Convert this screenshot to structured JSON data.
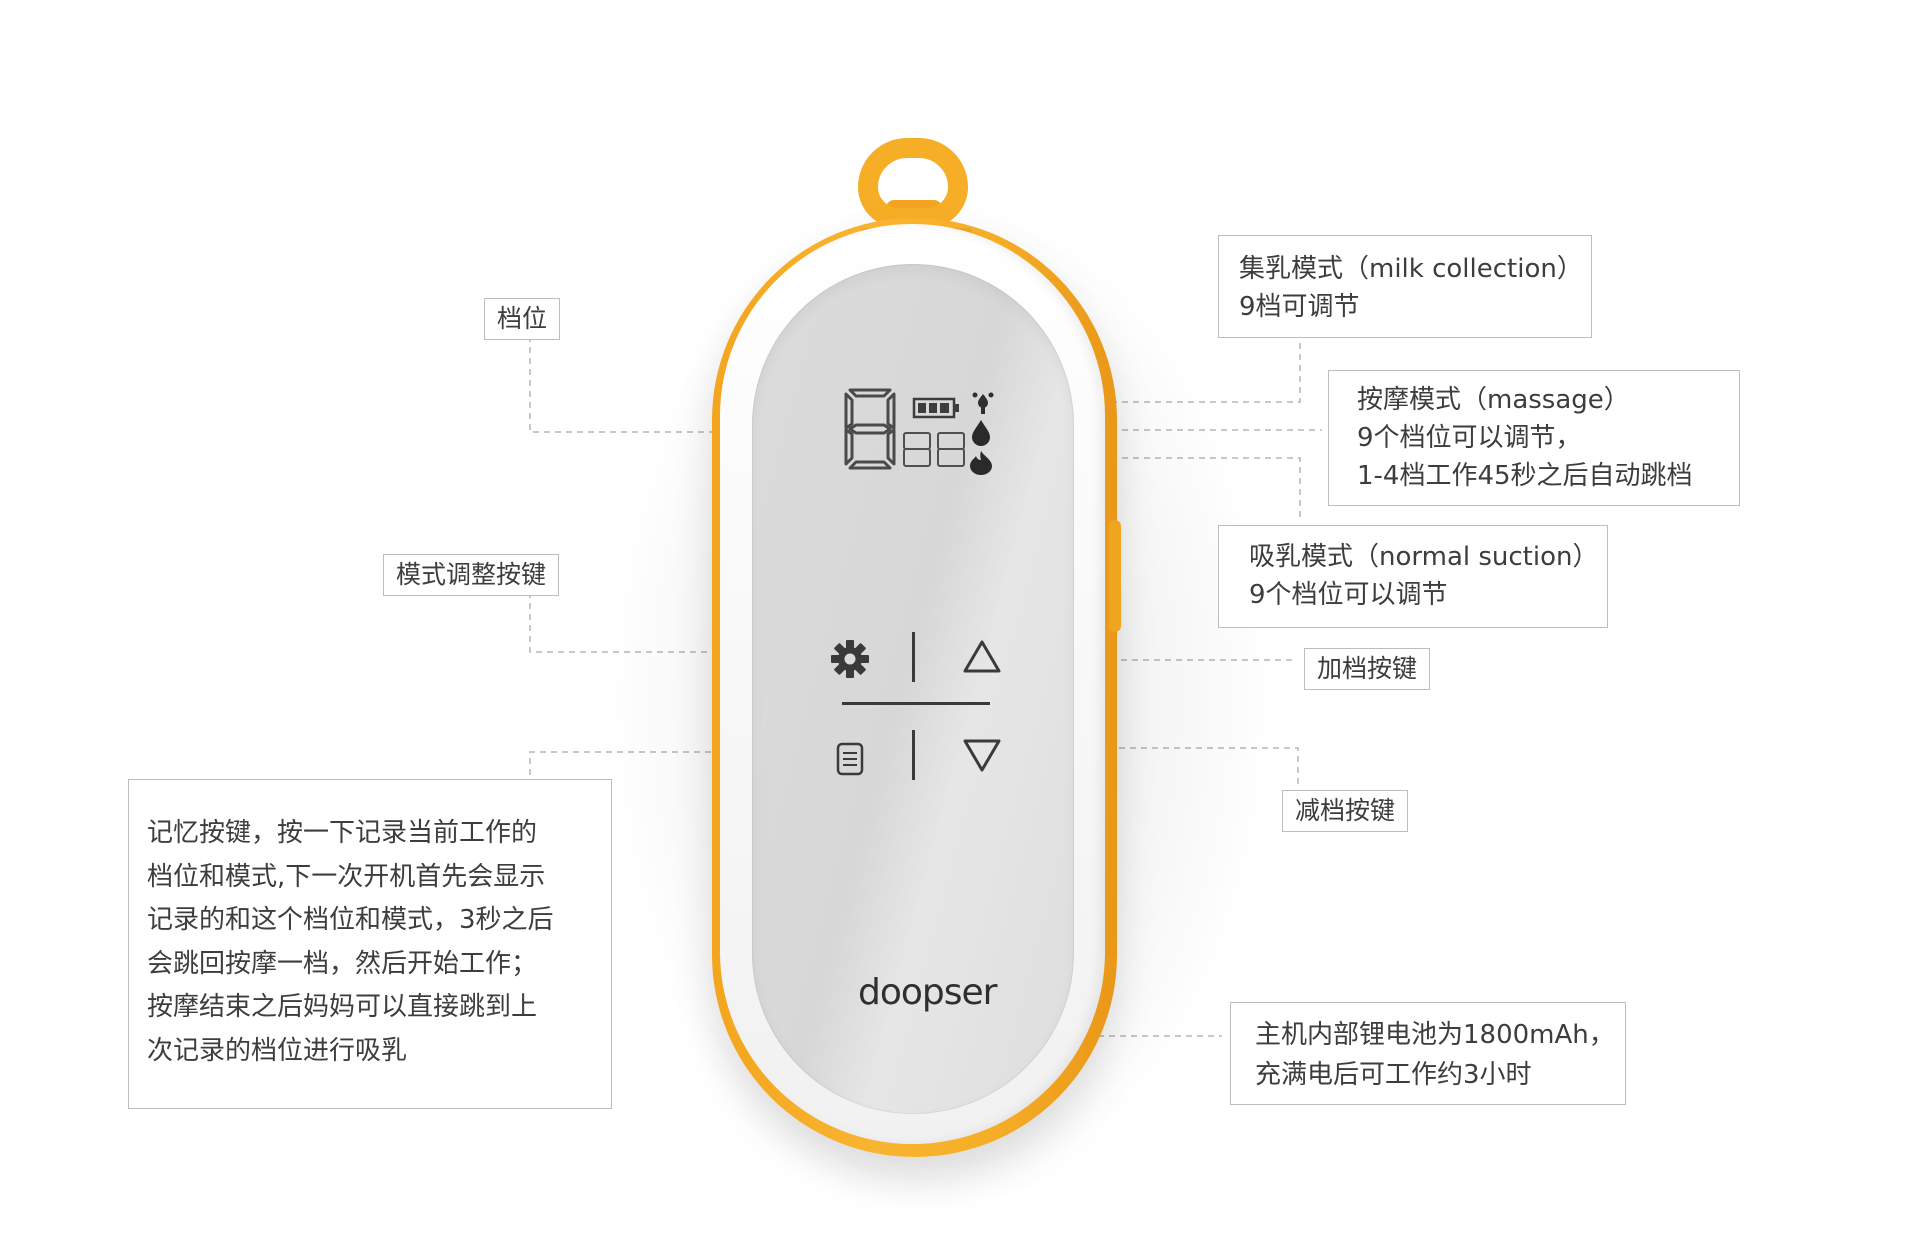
{
  "device": {
    "brand": "doopser",
    "colors": {
      "accent": "#f6ad26",
      "rim": "#f4f4f4",
      "face": "#dcdcdc",
      "ink": "#3a3a3a"
    },
    "display": {
      "gear_digit": "8",
      "small_digits": "88"
    },
    "icons": [
      "battery-icon",
      "spray-drop-icon",
      "drop-icon",
      "flame-drop-icon",
      "gear-icon",
      "up-triangle-icon",
      "memory-icon",
      "down-triangle-icon"
    ]
  },
  "callouts": {
    "gear_label": {
      "text": "档位"
    },
    "milk_collection": {
      "lines": [
        "集乳模式（milk collection）",
        "9档可调节"
      ]
    },
    "massage": {
      "lines": [
        "按摩模式（massage）",
        "9个档位可以调节，",
        "1-4档工作45秒之后自动跳档"
      ]
    },
    "normal_suction": {
      "lines": [
        "吸乳模式（normal suction）",
        "9个档位可以调节"
      ]
    },
    "mode_key": {
      "text": "模式调整按键"
    },
    "up_key": {
      "text": "加档按键"
    },
    "down_key": {
      "text": "减档按键"
    },
    "memory_key": {
      "lines": [
        "记忆按键，按一下记录当前工作的",
        "档位和模式,下一次开机首先会显示",
        "记录的和这个档位和模式，3秒之后",
        "会跳回按摩一档，然后开始工作；",
        "按摩结束之后妈妈可以直接跳到上",
        "次记录的档位进行吸乳"
      ]
    },
    "battery": {
      "lines": [
        "主机内部锂电池为1800mAh，",
        "充满电后可工作约3小时"
      ]
    }
  }
}
